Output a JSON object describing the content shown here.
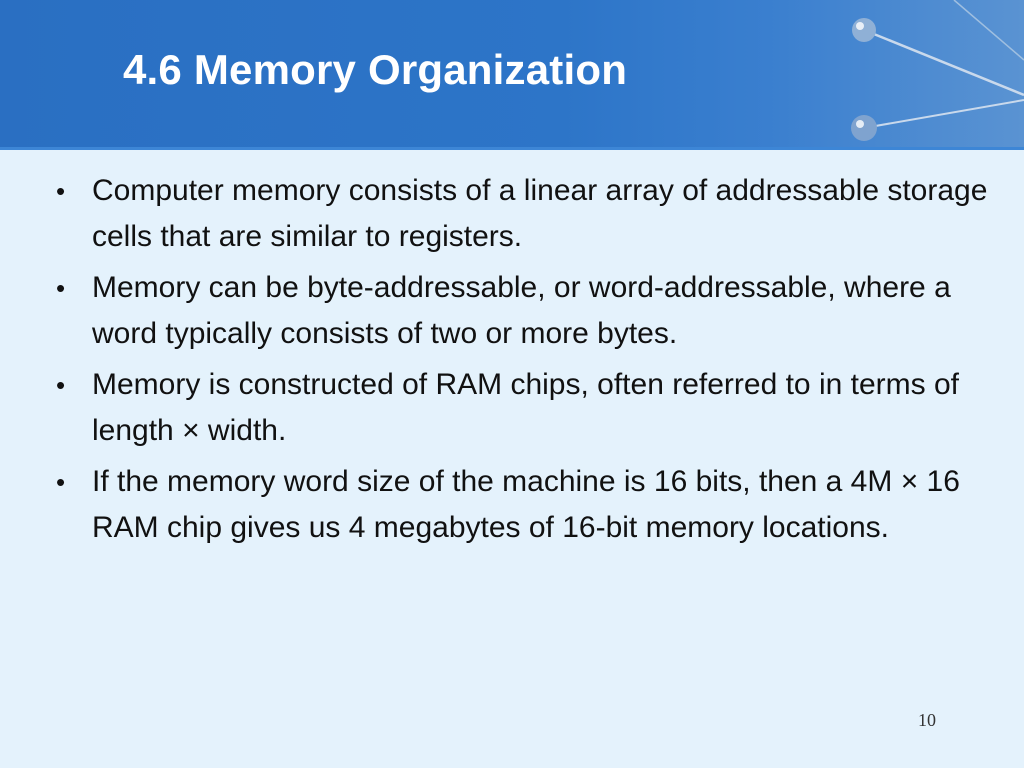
{
  "slide": {
    "title": "4.6 Memory Organization",
    "bullets": [
      {
        "marker": "•",
        "text": "Computer memory consists of a linear array of addressable storage cells that are similar to registers."
      },
      {
        "marker": "•",
        "text": "Memory can be byte-addressable, or word-addressable, where a word typically consists of two or more bytes."
      },
      {
        "marker": "•",
        "text": "Memory is constructed of RAM chips, often referred to in terms of length × width."
      },
      {
        "marker": "•",
        "text": "If the memory word size of the machine is 16 bits, then a 4M × 16 RAM chip gives us 4 megabytes of 16-bit memory locations."
      }
    ],
    "page_number": "10"
  },
  "colors": {
    "header_band": "#2d75c8",
    "background": "#e4f2fc",
    "title_text": "#ffffff",
    "body_text": "#111111"
  },
  "icons": {
    "header_decoration": "pin-needles-decoration"
  }
}
